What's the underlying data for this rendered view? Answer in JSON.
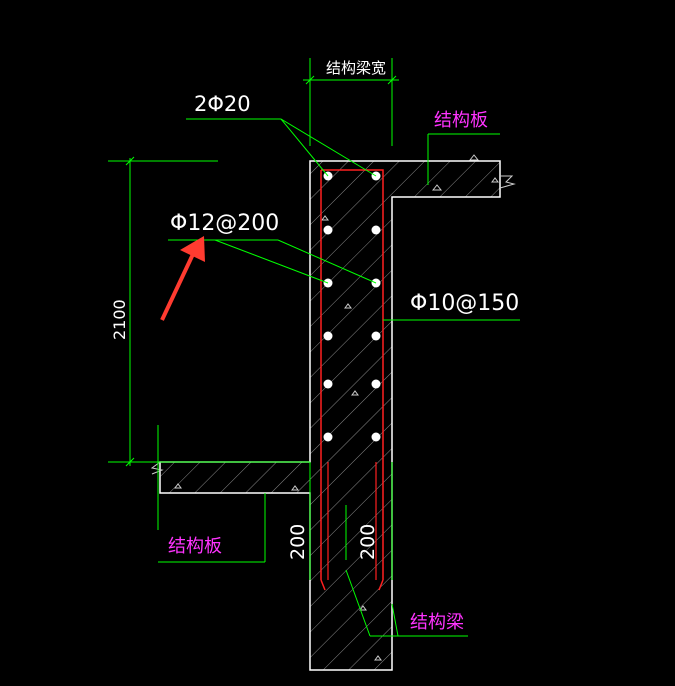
{
  "labels": {
    "beam_width": "结构梁宽",
    "top_bars": "2Φ20",
    "slab_top": "结构板",
    "side_bars": "Φ12@200",
    "stirrups": "Φ10@150",
    "height": "2100",
    "slab_bottom": "结构板",
    "dim_left": "200",
    "dim_right": "200",
    "beam": "结构梁"
  },
  "colors": {
    "background": "#000000",
    "outline": "#ffffff",
    "dimension": "#00ff00",
    "rebar": "#ff2020",
    "arrow": "#ff3b30",
    "annotation": "#ff33ff"
  }
}
